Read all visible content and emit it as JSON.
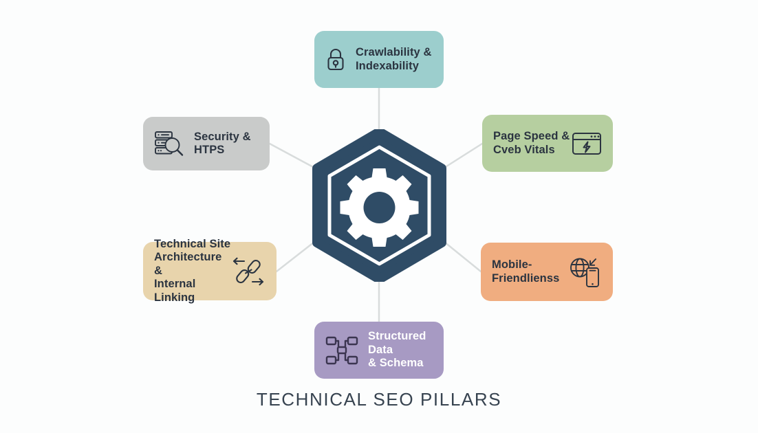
{
  "title": "TECHNICAL SEO PILLARS",
  "center": {
    "icon": "gear-icon",
    "fill": "#2f4c66",
    "ring": "#ffffff"
  },
  "background": "#fcfdfd",
  "connector_color": "#d8dcdc",
  "cards": [
    {
      "id": "crawlability",
      "label": "Crawlability &\nIndexability",
      "icon": "padlock-icon",
      "color": "#9ccecd",
      "text_color": "#2b3440",
      "icon_position": "left"
    },
    {
      "id": "pagespeed",
      "label": "Page Speed &\nCveb Vitals",
      "icon": "browser-lightning-icon",
      "color": "#b6cfa0",
      "text_color": "#2b3440",
      "icon_position": "right"
    },
    {
      "id": "mobile",
      "label": "Mobile-Friendlienss",
      "icon": "globe-phone-icon",
      "color": "#f0ad80",
      "text_color": "#2b3440",
      "icon_position": "right"
    },
    {
      "id": "structured",
      "label": "Structured Data\n& Schema",
      "icon": "node-graph-icon",
      "color": "#a79ac3",
      "text_color": "#ffffff",
      "icon_position": "left"
    },
    {
      "id": "architecture",
      "label": "Technical Site\nArchitecture &\nInternal Linking",
      "icon": "chain-link-arrows-icon",
      "color": "#e8d4ac",
      "text_color": "#2b3440",
      "icon_position": "right"
    },
    {
      "id": "security",
      "label": "Security & HTPS",
      "icon": "server-search-icon",
      "color": "#c9cbca",
      "text_color": "#2b3440",
      "icon_position": "left"
    }
  ]
}
